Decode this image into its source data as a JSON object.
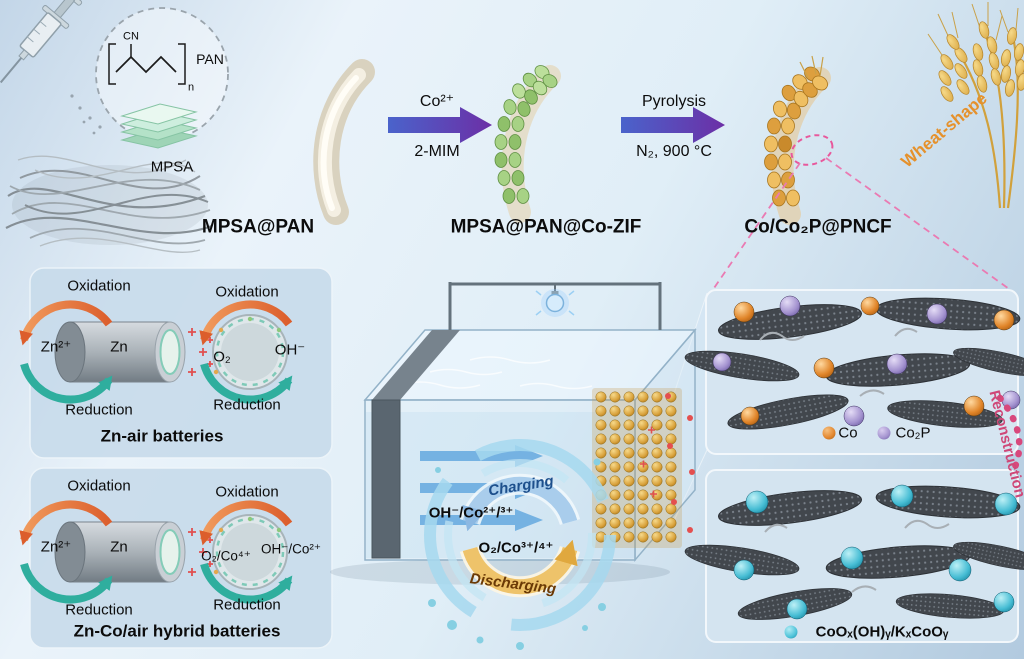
{
  "syn": {
    "cn": "CN",
    "pan": "PAN",
    "n": "n",
    "mpsa": "MPSA",
    "step1": "MPSA@PAN",
    "a1top": "Co²⁺",
    "a1bot": "2-MIM",
    "step2": "MPSA@PAN@Co-ZIF",
    "a2top": "Pyrolysis",
    "a2bot": "N₂, 900 °C",
    "step3": "Co/Co₂P@PNCF",
    "wheat": "Wheat-shape"
  },
  "znair": {
    "oxl": "Oxidation",
    "oxr": "Oxidation",
    "znion": "Zn²⁺",
    "zn": "Zn",
    "o2": "O₂",
    "oh": "OH⁻",
    "redl": "Reduction",
    "redr": "Reduction",
    "title": "Zn-air batteries"
  },
  "zncoair": {
    "oxl": "Oxidation",
    "oxr": "Oxidation",
    "znion": "Zn²⁺",
    "zn": "Zn",
    "o2": "O₂/Co⁴⁺",
    "oh": "OH⁻/Co²⁺",
    "redl": "Reduction",
    "redr": "Reduction",
    "title": "Zn-Co/air hybrid batteries"
  },
  "cell": {
    "charging": "Charging",
    "anion": "OH⁻/Co²⁺/³⁺",
    "cation": "O₂/Co³⁺/⁴⁺",
    "discharging": "Discharging"
  },
  "panels": {
    "co": "Co",
    "co2p": "Co₂P",
    "recon": "Reconstruction",
    "coox": "CoOₓ(OH)ᵧ/KₓCoOᵧ"
  },
  "colors": {
    "background_top": "#eaf3fa",
    "background_bottom": "#b2cadf",
    "reaction_arrow_start": "#4a63cb",
    "reaction_arrow_end": "#6c2fa6",
    "oxidation": "#dc5e2c",
    "reduction": "#2fae9e",
    "charging": "#6ca4d8",
    "discharging": "#dca23c",
    "co_sphere": "#e08428",
    "co2p_sphere": "#a392cf",
    "coox_sphere": "#46bdd4",
    "wheat_text": "#e5912c",
    "reconstruction": "#cf4878"
  }
}
